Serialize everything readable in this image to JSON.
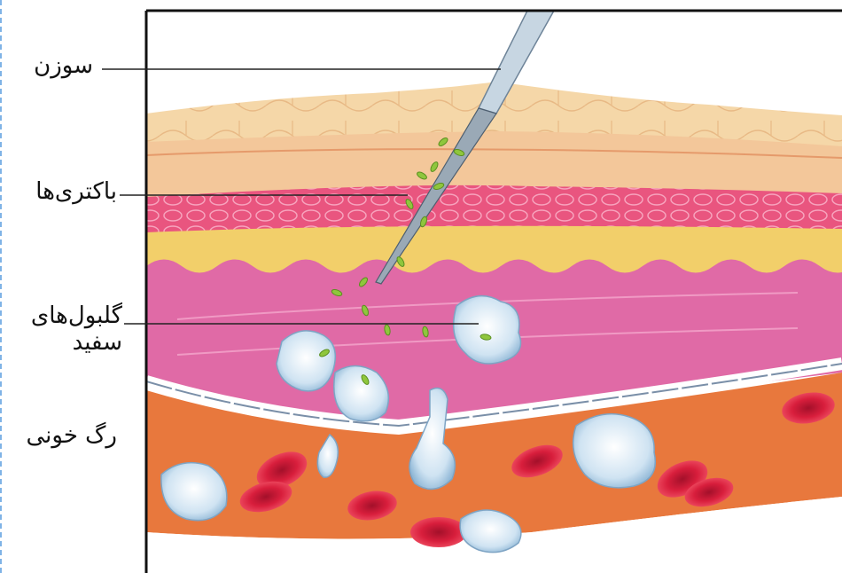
{
  "labels": {
    "needle": "سوزن",
    "bacteria": "باکتری‌ها",
    "white_cells_line1": "گلبول‌های",
    "white_cells_line2": "سفید",
    "blood_vessel": "رگ خونی"
  },
  "colors": {
    "skin_top": "#f5d7a8",
    "dermis": "#f3c79a",
    "pink_layer": "#e9557f",
    "fat_layer": "#f2cf6a",
    "tissue": "#e06aa6",
    "vessel_bg": "#e8783d",
    "red_cell": "#d81e3c",
    "white_cell": "#cfe3f2",
    "bacteria": "#8fc63d",
    "frame": "#111111"
  }
}
